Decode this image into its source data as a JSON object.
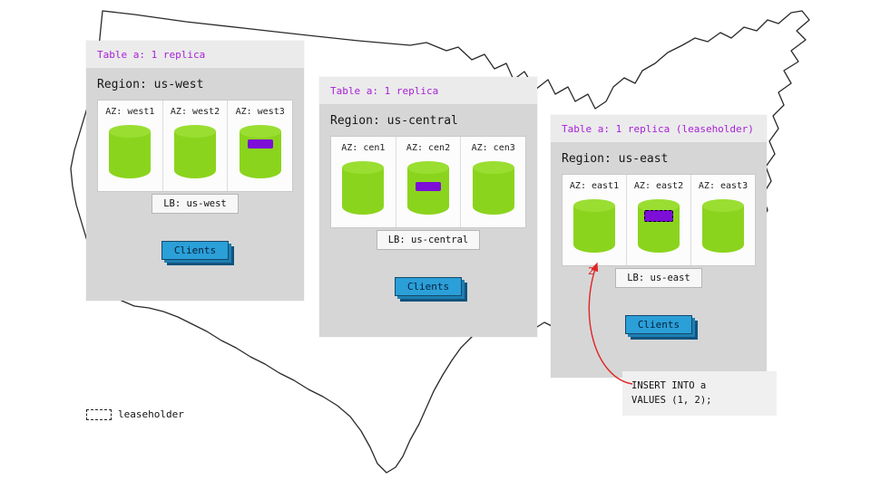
{
  "legend": {
    "label": "leaseholder"
  },
  "sql_note": {
    "line1": "INSERT INTO a",
    "line2": "VALUES (1, 2);"
  },
  "regions": [
    {
      "header": "Table a: 1 replica",
      "title": "Region: us-west",
      "azs": [
        {
          "label": "AZ: west1"
        },
        {
          "label": "AZ: west2"
        },
        {
          "label": "AZ: west3",
          "replica": true
        }
      ],
      "lb": "LB: us-west",
      "clients": "Clients"
    },
    {
      "header": "Table a: 1 replica",
      "title": "Region: us-central",
      "azs": [
        {
          "label": "AZ: cen1"
        },
        {
          "label": "AZ: cen2",
          "replica": true
        },
        {
          "label": "AZ: cen3"
        }
      ],
      "lb": "LB: us-central",
      "clients": "Clients"
    },
    {
      "header": "Table a: 1 replica (leaseholder)",
      "title": "Region: us-east",
      "azs": [
        {
          "label": "AZ: east1"
        },
        {
          "label": "AZ: east2",
          "replica": true,
          "leaseholder": true
        },
        {
          "label": "AZ: east3"
        }
      ],
      "lb": "LB: us-east",
      "clients": "Clients",
      "arrow_label": "2"
    }
  ],
  "colors": {
    "accent_purple": "#a81fd8",
    "replica_purple": "#7c0ed8",
    "db_green": "#8bd41e",
    "client_blue": "#2b9fd8",
    "arrow_red": "#e02424",
    "panel_gray": "#d6d6d6"
  }
}
